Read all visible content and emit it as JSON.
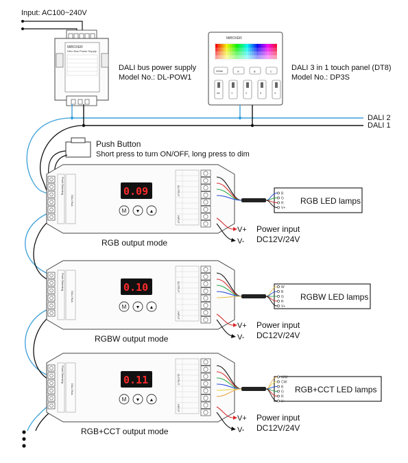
{
  "input_label": "Input: AC100~240V",
  "power_supply": {
    "name": "DALI bus power supply",
    "model": "Model No.: DL-POW1",
    "brand": "MiBOXER",
    "product": "DALI Bus Power Supply"
  },
  "touch_panel": {
    "name": "DALI 3 in 1 touch panel (DT8)",
    "model": "Model No.: DP3S",
    "brand": "MiBOXER",
    "white_label": "White",
    "group_labels": [
      "A",
      "B",
      "C"
    ],
    "zone_labels": [
      "All",
      "1",
      "2",
      "3",
      "4"
    ]
  },
  "bus": {
    "line1": "DALI 1",
    "line2": "DALI 2"
  },
  "push_button": {
    "title": "Push Button",
    "desc": "Short press to turn ON/OFF, long press to dim"
  },
  "controllers": [
    {
      "mode_label": "RGB output mode",
      "display": "0.09",
      "lamp_label": "RGB LED lamps",
      "lamp_pins": [
        "B",
        "G",
        "R",
        "V+"
      ],
      "terminal_labels": [
        "Push Dimming",
        "DALI Bus"
      ],
      "output_labels": [
        "OUTPUT",
        "INPUT"
      ],
      "power_input": "Power input",
      "voltage": "DC12V/24V",
      "vplus": "V+",
      "vminus": "V-"
    },
    {
      "mode_label": "RGBW output mode",
      "display": "0.10",
      "lamp_label": "RGBW LED lamps",
      "lamp_pins": [
        "W",
        "B",
        "G",
        "R",
        "V+"
      ],
      "terminal_labels": [
        "Push Dimming",
        "DALI Bus"
      ],
      "output_labels": [
        "OUTPUT",
        "INPUT"
      ],
      "power_input": "Power input",
      "voltage": "DC12V/24V",
      "vplus": "V+",
      "vminus": "V-"
    },
    {
      "mode_label": "RGB+CCT output mode",
      "display": "0.11",
      "lamp_label": "RGB+CCT LED lamps",
      "lamp_pins": [
        "WW",
        "CW",
        "B",
        "G",
        "R",
        "V+"
      ],
      "terminal_labels": [
        "Push Dimming",
        "DALI Bus"
      ],
      "output_labels": [
        "OUTPUT",
        "INPUT"
      ],
      "power_input": "Power input",
      "voltage": "DC12V/24V",
      "vplus": "V+",
      "vminus": "V-"
    }
  ],
  "buttons": [
    "M",
    "▼",
    "▲"
  ],
  "colors": {
    "dali2_wire": "#3a9fd8",
    "dali1_wire": "#111111",
    "display_bg": "#111111",
    "display_digits": "#ff2a2a"
  },
  "icons": {
    "button_m": "menu-button-icon",
    "button_down": "down-arrow-icon",
    "button_up": "up-arrow-icon"
  }
}
